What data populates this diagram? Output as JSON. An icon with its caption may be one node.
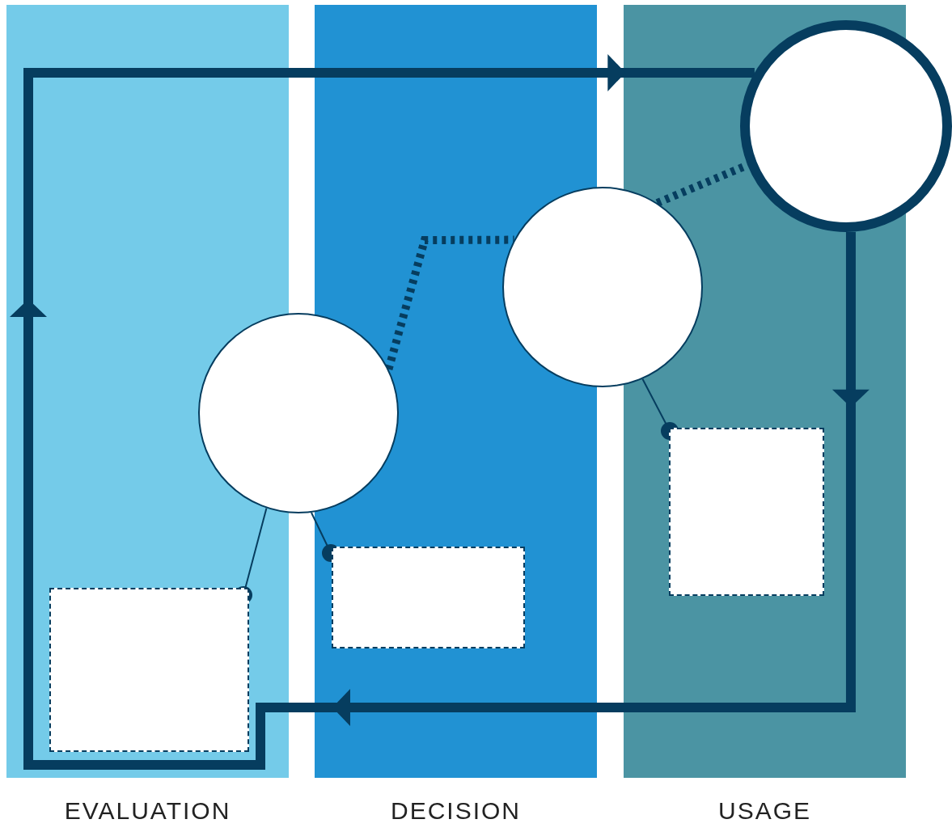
{
  "diagram": {
    "nodes": [
      {
        "text": [
          "EVALUATION"
        ]
      },
      {
        "text": [
          "DECISION"
        ]
      },
      {
        "text": [
          "USAGE"
        ]
      },
      {
        "text": [],
        "shape": "circle"
      },
      {
        "text": [],
        "shape": "circle"
      },
      {
        "text": [],
        "shape": "circle"
      },
      {
        "text": [],
        "shape": "box",
        "in": 0
      },
      {
        "text": [],
        "shape": "box",
        "in": 1
      },
      {
        "text": [],
        "shape": "box",
        "in": 2
      }
    ],
    "edges": [
      {
        "from": 5,
        "to": 5,
        "arrow": "to",
        "style": "thick"
      },
      {
        "from": 3,
        "to": 4,
        "arrow": "none",
        "style": "dashed"
      },
      {
        "from": 4,
        "to": 5,
        "arrow": "none",
        "style": "dashed"
      },
      {
        "from": 3,
        "to": 6,
        "arrow": "other"
      },
      {
        "from": 3,
        "to": 7,
        "arrow": "other"
      },
      {
        "from": 4,
        "to": 8,
        "arrow": "other"
      }
    ]
  }
}
